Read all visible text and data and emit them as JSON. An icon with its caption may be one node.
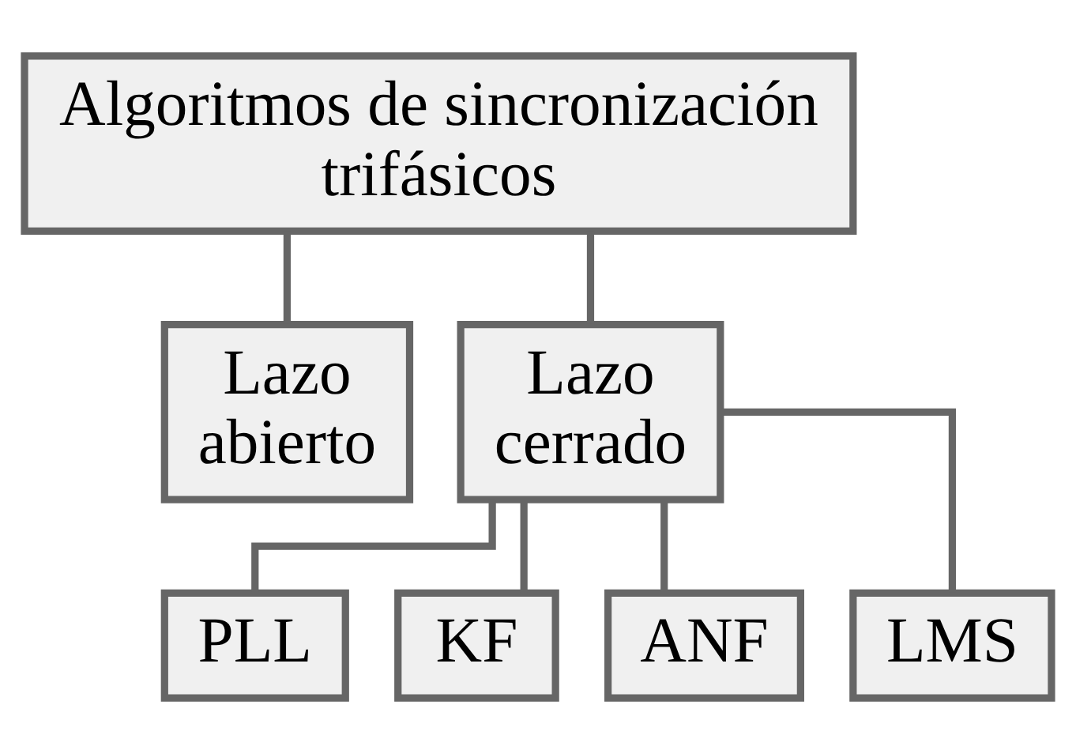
{
  "diagram": {
    "nodes": [
      {
        "text": [
          "Algoritmos de sincronización trifásicos"
        ]
      },
      {
        "text": [
          "Lazo abierto"
        ]
      },
      {
        "text": [
          "Lazo cerrado"
        ]
      },
      {
        "text": [
          "PLL"
        ]
      },
      {
        "text": [
          "KF"
        ]
      },
      {
        "text": [
          "ANF"
        ]
      },
      {
        "text": [
          "LMS"
        ]
      }
    ],
    "edges": [
      {
        "from": 0,
        "to": 1,
        "arrow": "none"
      },
      {
        "from": 0,
        "to": 2,
        "arrow": "none"
      },
      {
        "from": 2,
        "to": 3,
        "arrow": "none"
      },
      {
        "from": 2,
        "to": 4,
        "arrow": "none"
      },
      {
        "from": 2,
        "to": 5,
        "arrow": "none"
      },
      {
        "from": 2,
        "to": 6,
        "arrow": "none"
      }
    ]
  }
}
